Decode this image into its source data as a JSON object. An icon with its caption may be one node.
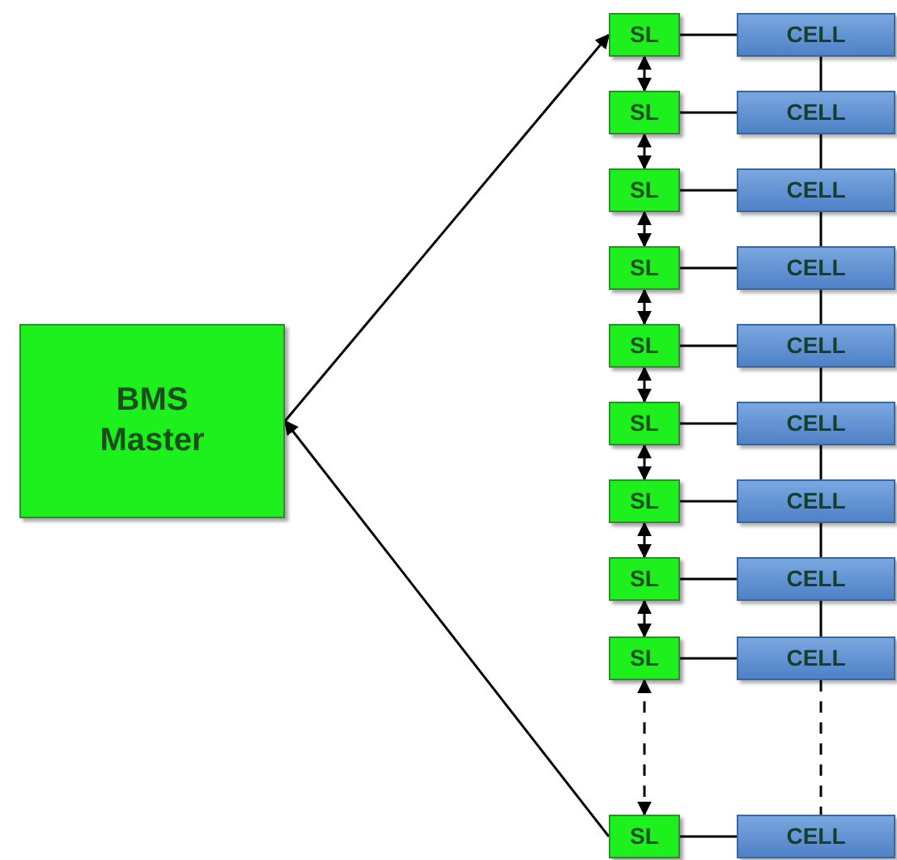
{
  "diagram": {
    "nodes": [
      {
        "text": [
          "BMS Master"
        ]
      },
      {
        "text": [
          "SL"
        ]
      },
      {
        "text": [
          "CELL"
        ]
      },
      {
        "text": [
          "SL"
        ]
      },
      {
        "text": [
          "CELL"
        ]
      },
      {
        "text": [
          "SL"
        ]
      },
      {
        "text": [
          "CELL"
        ]
      },
      {
        "text": [
          "SL"
        ]
      },
      {
        "text": [
          "CELL"
        ]
      },
      {
        "text": [
          "SL"
        ]
      },
      {
        "text": [
          "CELL"
        ]
      },
      {
        "text": [
          "SL"
        ]
      },
      {
        "text": [
          "CELL"
        ]
      },
      {
        "text": [
          "SL"
        ]
      },
      {
        "text": [
          "CELL"
        ]
      },
      {
        "text": [
          "SL"
        ]
      },
      {
        "text": [
          "CELL"
        ]
      },
      {
        "text": [
          "SL"
        ]
      },
      {
        "text": [
          "CELL"
        ]
      },
      {
        "text": [
          "SL"
        ]
      },
      {
        "text": [
          "CELL"
        ]
      }
    ],
    "edges": [
      {
        "from": 0,
        "to": 1,
        "arrow": "to"
      },
      {
        "from": 19,
        "to": 0,
        "arrow": "to"
      },
      {
        "from": 1,
        "to": 2,
        "arrow": "none"
      },
      {
        "from": 3,
        "to": 4,
        "arrow": "none"
      },
      {
        "from": 5,
        "to": 6,
        "arrow": "none"
      },
      {
        "from": 7,
        "to": 8,
        "arrow": "none"
      },
      {
        "from": 9,
        "to": 10,
        "arrow": "none"
      },
      {
        "from": 11,
        "to": 12,
        "arrow": "none"
      },
      {
        "from": 13,
        "to": 14,
        "arrow": "none"
      },
      {
        "from": 15,
        "to": 16,
        "arrow": "none"
      },
      {
        "from": 17,
        "to": 18,
        "arrow": "none"
      },
      {
        "from": 19,
        "to": 20,
        "arrow": "none"
      },
      {
        "from": 1,
        "to": 3,
        "arrow": "both"
      },
      {
        "from": 3,
        "to": 5,
        "arrow": "both"
      },
      {
        "from": 5,
        "to": 7,
        "arrow": "both"
      },
      {
        "from": 7,
        "to": 9,
        "arrow": "both"
      },
      {
        "from": 9,
        "to": 11,
        "arrow": "both"
      },
      {
        "from": 11,
        "to": 13,
        "arrow": "both"
      },
      {
        "from": 13,
        "to": 15,
        "arrow": "both"
      },
      {
        "from": 15,
        "to": 17,
        "arrow": "both"
      },
      {
        "from": 17,
        "to": 19,
        "arrow": "both",
        "style": "dashed"
      },
      {
        "from": 2,
        "to": 4,
        "arrow": "none"
      },
      {
        "from": 4,
        "to": 6,
        "arrow": "none"
      },
      {
        "from": 6,
        "to": 8,
        "arrow": "none"
      },
      {
        "from": 8,
        "to": 10,
        "arrow": "none"
      },
      {
        "from": 10,
        "to": 12,
        "arrow": "none"
      },
      {
        "from": 12,
        "to": 14,
        "arrow": "none"
      },
      {
        "from": 14,
        "to": 16,
        "arrow": "none"
      },
      {
        "from": 16,
        "to": 18,
        "arrow": "none"
      },
      {
        "from": 18,
        "to": 20,
        "arrow": "none",
        "style": "dashed"
      }
    ]
  }
}
